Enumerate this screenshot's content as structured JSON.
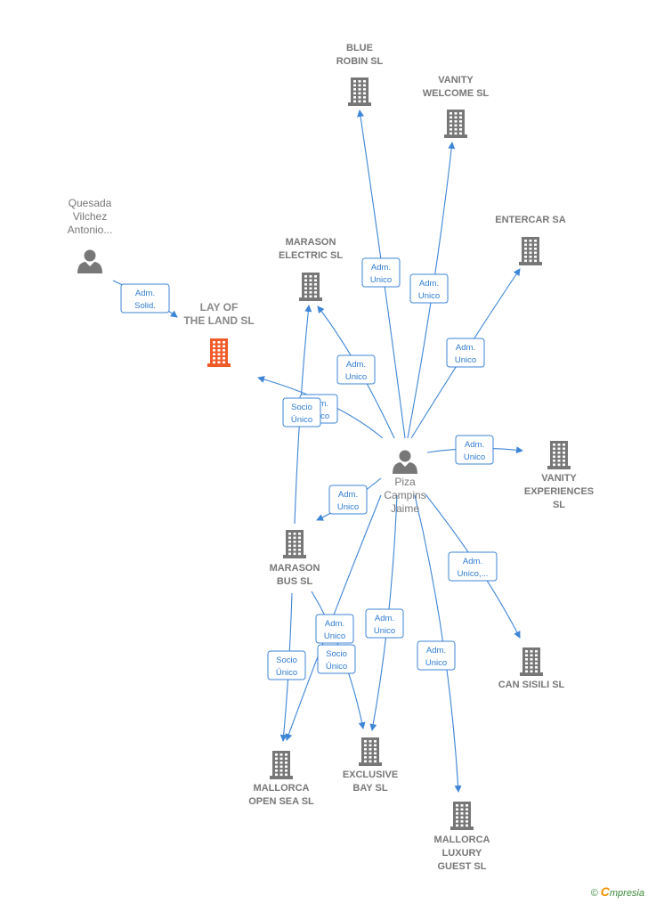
{
  "nodes": [
    {
      "id": "blue-robin",
      "type": "company",
      "lines": [
        "BLUE",
        "ROBIN  SL"
      ],
      "color": "#777777"
    },
    {
      "id": "vanity-welcome",
      "type": "company",
      "lines": [
        "VANITY",
        "WELCOME  SL"
      ],
      "color": "#777777"
    },
    {
      "id": "entercar",
      "type": "company",
      "lines": [
        "ENTERCAR SA"
      ],
      "color": "#777777"
    },
    {
      "id": "marason-electric",
      "type": "company",
      "lines": [
        "MARASON",
        "ELECTRIC  SL"
      ],
      "color": "#777777"
    },
    {
      "id": "lay-of-the-land",
      "type": "company",
      "lines": [
        "LAY OF",
        "THE LAND  SL"
      ],
      "color": "#f05a28",
      "highlight": true
    },
    {
      "id": "quesada",
      "type": "person",
      "lines": [
        "Quesada",
        "Vilchez",
        "Antonio..."
      ],
      "color": "#777777"
    },
    {
      "id": "piza",
      "type": "person",
      "lines": [
        "Piza",
        "Campins",
        "Jaime"
      ],
      "color": "#777777"
    },
    {
      "id": "vanity-experiences",
      "type": "company",
      "lines": [
        "VANITY",
        "EXPERIENCES",
        "SL"
      ],
      "color": "#777777"
    },
    {
      "id": "marason-bus",
      "type": "company",
      "lines": [
        "MARASON",
        "BUS SL"
      ],
      "color": "#777777"
    },
    {
      "id": "can-sisili",
      "type": "company",
      "lines": [
        "CAN SISILI  SL"
      ],
      "color": "#777777"
    },
    {
      "id": "mallorca-open-sea",
      "type": "company",
      "lines": [
        "MALLORCA",
        "OPEN SEA  SL"
      ],
      "color": "#777777"
    },
    {
      "id": "exclusive-bay",
      "type": "company",
      "lines": [
        "EXCLUSIVE",
        "BAY  SL"
      ],
      "color": "#777777"
    },
    {
      "id": "mallorca-luxury",
      "type": "company",
      "lines": [
        "MALLORCA",
        "LUXURY",
        "GUEST  SL"
      ],
      "color": "#777777"
    }
  ],
  "edges": [
    {
      "id": "e1",
      "from": "piza",
      "to": "blue-robin",
      "label": [
        "Adm.",
        "Unico"
      ]
    },
    {
      "id": "e2",
      "from": "piza",
      "to": "vanity-welcome",
      "label": [
        "Adm.",
        "Unico"
      ]
    },
    {
      "id": "e3",
      "from": "piza",
      "to": "entercar",
      "label": [
        "Adm.",
        "Unico"
      ]
    },
    {
      "id": "e4",
      "from": "piza",
      "to": "marason-electric",
      "label": [
        "Adm.",
        "Unico"
      ]
    },
    {
      "id": "e5",
      "from": "piza",
      "to": "lay-of-the-land",
      "label": [
        "Adm.",
        "Unico"
      ]
    },
    {
      "id": "e6",
      "from": "marason-bus",
      "to": "marason-electric",
      "label": [
        "Socio",
        "Único"
      ]
    },
    {
      "id": "e7",
      "from": "quesada",
      "to": "lay-of-the-land",
      "label": [
        "Adm.",
        "Solid."
      ]
    },
    {
      "id": "e8",
      "from": "piza",
      "to": "vanity-experiences",
      "label": [
        "Adm.",
        "Unico"
      ]
    },
    {
      "id": "e9",
      "from": "piza",
      "to": "marason-bus",
      "label": [
        "Adm.",
        "Unico"
      ]
    },
    {
      "id": "e10",
      "from": "piza",
      "to": "can-sisili",
      "label": [
        "Adm.",
        "Unico,..."
      ]
    },
    {
      "id": "e11",
      "from": "piza",
      "to": "mallorca-open-sea",
      "label": [
        "Adm.",
        "Unico"
      ]
    },
    {
      "id": "e12",
      "from": "piza",
      "to": "exclusive-bay",
      "label": [
        "Adm.",
        "Unico"
      ]
    },
    {
      "id": "e13",
      "from": "piza",
      "to": "mallorca-luxury",
      "label": [
        "Adm.",
        "Unico"
      ]
    },
    {
      "id": "e14",
      "from": "marason-bus",
      "to": "mallorca-open-sea",
      "label": [
        "Socio",
        "Único"
      ]
    },
    {
      "id": "e15",
      "from": "marason-bus",
      "to": "exclusive-bay",
      "label": [
        "Socio",
        "Único"
      ]
    }
  ],
  "footer": {
    "copyright": "©",
    "brand_initial": "C",
    "brand_rest": "mpresia"
  },
  "colors": {
    "edge": "#3d85d6",
    "label_border": "#3d85d6",
    "highlight": "#f05a28",
    "icon": "#777777"
  }
}
